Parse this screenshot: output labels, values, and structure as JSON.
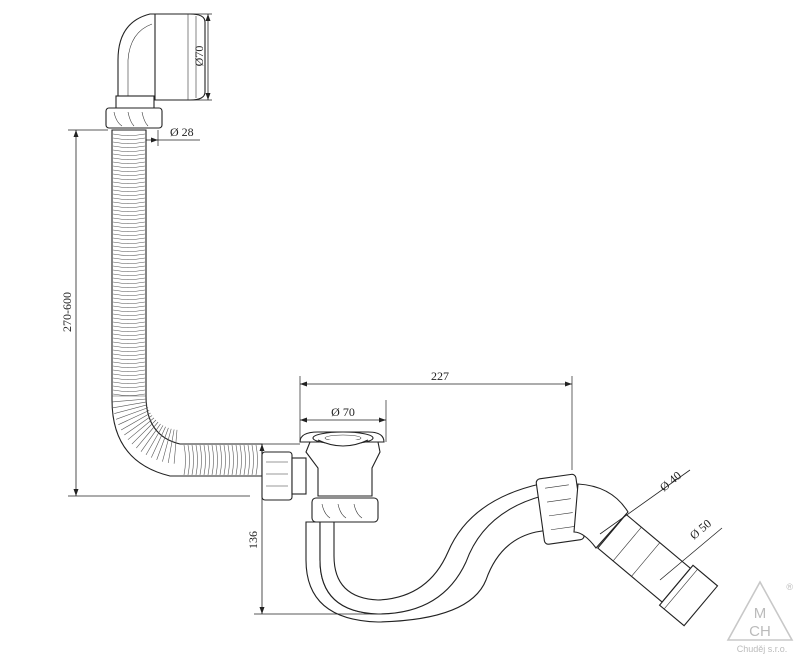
{
  "diagram": {
    "dimensions": {
      "trap_length": "227",
      "trap_body_diameter": "Ø 70",
      "hose_diameter": "Ø 28",
      "overflow_diameter": "Ø70",
      "hose_length": "270-600",
      "drain_height": "136",
      "outlet_inner_diameter": "Ø 40",
      "outlet_outer_diameter": "Ø 50"
    },
    "logo": {
      "letters_top": "M",
      "letters_bottom": "CH",
      "registered": "®",
      "company": "Chuděj s.r.o."
    }
  }
}
